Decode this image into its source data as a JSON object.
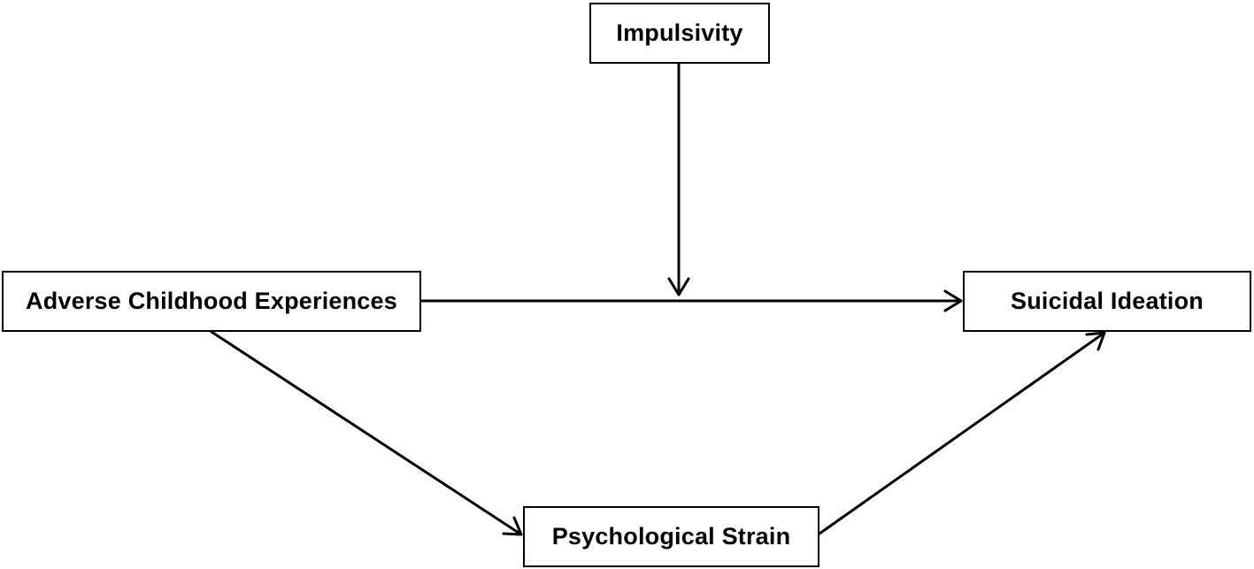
{
  "diagram": {
    "nodes": {
      "impulsivity": {
        "label": "Impulsivity"
      },
      "adverse_childhood_experiences": {
        "label": "Adverse Childhood Experiences"
      },
      "suicidal_ideation": {
        "label": "Suicidal Ideation"
      },
      "psychological_strain": {
        "label": "Psychological Strain"
      }
    },
    "edges": [
      {
        "from": "adverse_childhood_experiences",
        "to": "suicidal_ideation",
        "type": "direct-path"
      },
      {
        "from": "impulsivity",
        "to": "adverse_childhood_experiences→suicidal_ideation",
        "type": "moderation-path"
      },
      {
        "from": "adverse_childhood_experiences",
        "to": "psychological_strain",
        "type": "mediation-path-a"
      },
      {
        "from": "psychological_strain",
        "to": "suicidal_ideation",
        "type": "mediation-path-b"
      }
    ],
    "colors": {
      "stroke": "#000000",
      "fill": "#ffffff",
      "text": "#000000"
    }
  }
}
